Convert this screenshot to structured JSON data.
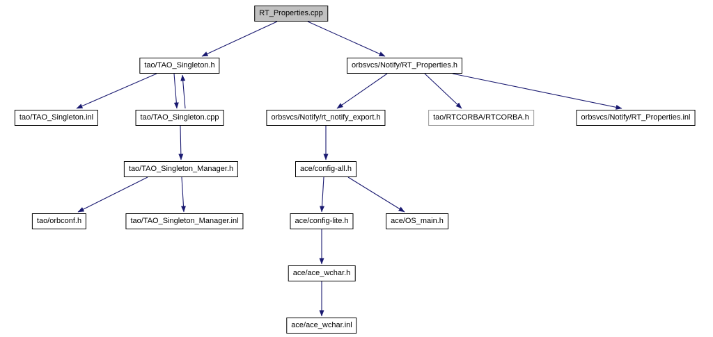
{
  "colors": {
    "edge": "#191970",
    "node_border": "#000000",
    "node_fill": "#ffffff",
    "root_fill": "#c0c0c0",
    "external_border": "#9a9a9a"
  },
  "nodes": [
    {
      "id": "rt_properties_cpp",
      "label": "RT_Properties.cpp"
    },
    {
      "id": "tao_singleton_h",
      "label": "tao/TAO_Singleton.h"
    },
    {
      "id": "notify_rt_properties_h",
      "label": "orbsvcs/Notify/RT_Properties.h"
    },
    {
      "id": "tao_singleton_inl",
      "label": "tao/TAO_Singleton.inl"
    },
    {
      "id": "tao_singleton_cpp",
      "label": "tao/TAO_Singleton.cpp"
    },
    {
      "id": "rt_notify_export_h",
      "label": "orbsvcs/Notify/rt_notify_export.h"
    },
    {
      "id": "rtcorba_h",
      "label": "tao/RTCORBA/RTCORBA.h"
    },
    {
      "id": "notify_rt_properties_inl",
      "label": "orbsvcs/Notify/RT_Properties.inl"
    },
    {
      "id": "tao_singleton_manager_h",
      "label": "tao/TAO_Singleton_Manager.h"
    },
    {
      "id": "ace_config_all_h",
      "label": "ace/config-all.h"
    },
    {
      "id": "tao_orbconf_h",
      "label": "tao/orbconf.h"
    },
    {
      "id": "tao_singleton_manager_inl",
      "label": "tao/TAO_Singleton_Manager.inl"
    },
    {
      "id": "ace_config_lite_h",
      "label": "ace/config-lite.h"
    },
    {
      "id": "ace_os_main_h",
      "label": "ace/OS_main.h"
    },
    {
      "id": "ace_ace_wchar_h",
      "label": "ace/ace_wchar.h"
    },
    {
      "id": "ace_ace_wchar_inl",
      "label": "ace/ace_wchar.inl"
    }
  ],
  "edges": [
    {
      "from": "RT_Properties.cpp",
      "to": "tao/TAO_Singleton.h"
    },
    {
      "from": "RT_Properties.cpp",
      "to": "orbsvcs/Notify/RT_Properties.h"
    },
    {
      "from": "tao/TAO_Singleton.h",
      "to": "tao/TAO_Singleton.inl"
    },
    {
      "from": "tao/TAO_Singleton.h",
      "to": "tao/TAO_Singleton.cpp"
    },
    {
      "from": "tao/TAO_Singleton.cpp",
      "to": "tao/TAO_Singleton.h"
    },
    {
      "from": "tao/TAO_Singleton.cpp",
      "to": "tao/TAO_Singleton_Manager.h"
    },
    {
      "from": "tao/TAO_Singleton_Manager.h",
      "to": "tao/orbconf.h"
    },
    {
      "from": "tao/TAO_Singleton_Manager.h",
      "to": "tao/TAO_Singleton_Manager.inl"
    },
    {
      "from": "orbsvcs/Notify/RT_Properties.h",
      "to": "orbsvcs/Notify/rt_notify_export.h"
    },
    {
      "from": "orbsvcs/Notify/RT_Properties.h",
      "to": "tao/RTCORBA/RTCORBA.h"
    },
    {
      "from": "orbsvcs/Notify/RT_Properties.h",
      "to": "orbsvcs/Notify/RT_Properties.inl"
    },
    {
      "from": "orbsvcs/Notify/rt_notify_export.h",
      "to": "ace/config-all.h"
    },
    {
      "from": "ace/config-all.h",
      "to": "ace/config-lite.h"
    },
    {
      "from": "ace/config-all.h",
      "to": "ace/OS_main.h"
    },
    {
      "from": "ace/config-lite.h",
      "to": "ace/ace_wchar.h"
    },
    {
      "from": "ace/ace_wchar.h",
      "to": "ace/ace_wchar.inl"
    }
  ]
}
